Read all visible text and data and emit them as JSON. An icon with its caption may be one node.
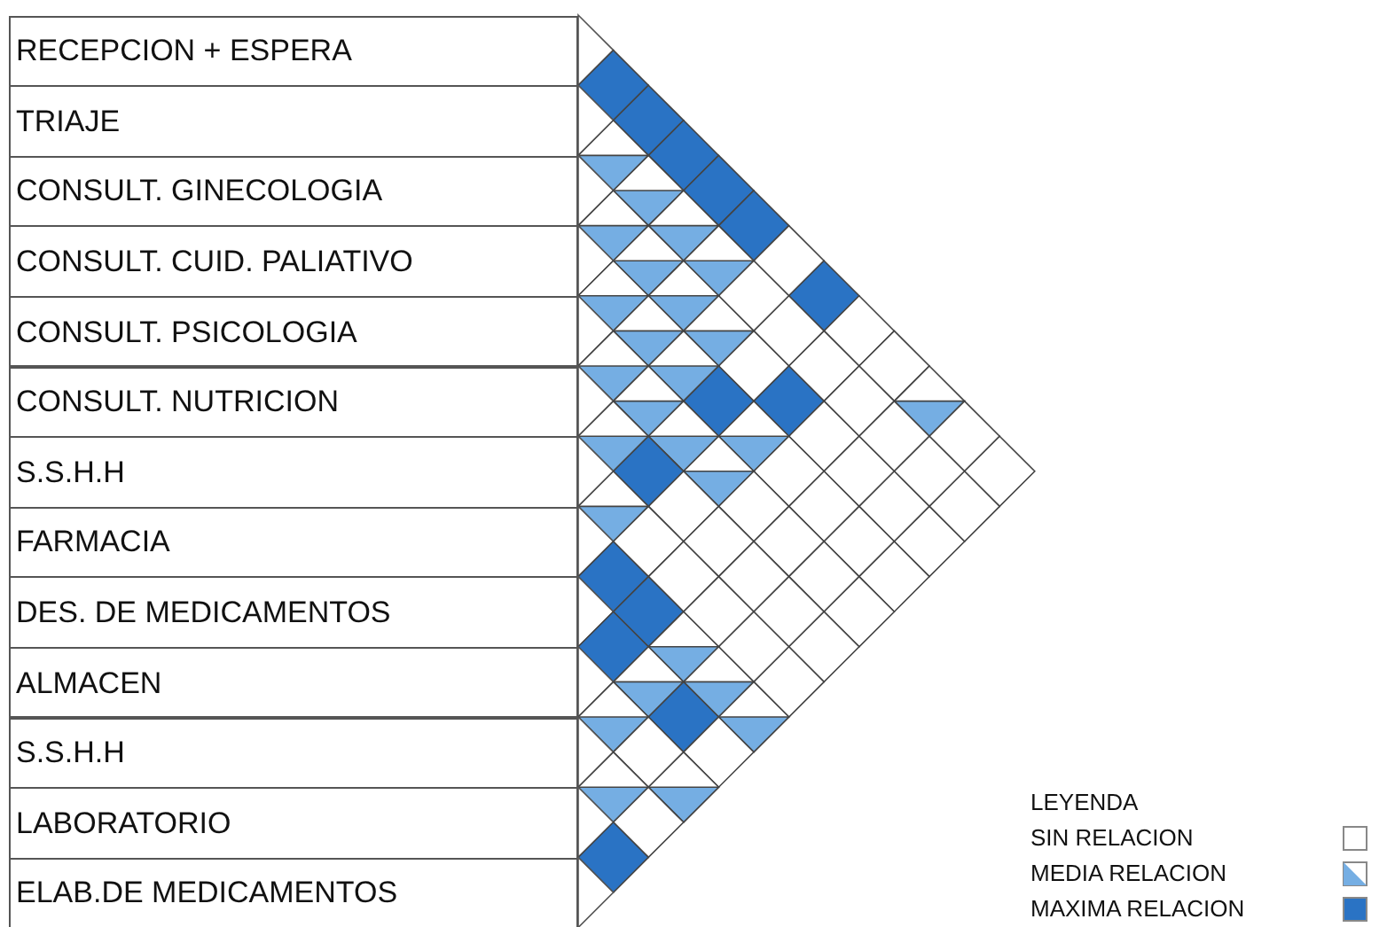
{
  "diagram": {
    "nodes": [
      {
        "text": [
          "RECEPCION + ESPERA"
        ]
      },
      {
        "text": [
          "TRIAJE"
        ]
      },
      {
        "text": [
          "CONSULT. GINECOLOGIA"
        ]
      },
      {
        "text": [
          "CONSULT. CUID. PALIATIVO"
        ]
      },
      {
        "text": [
          "CONSULT. PSICOLOGIA"
        ]
      },
      {
        "text": [
          "CONSULT. NUTRICION"
        ]
      },
      {
        "text": [
          "S.S.H.H"
        ]
      },
      {
        "text": [
          "FARMACIA"
        ]
      },
      {
        "text": [
          "DES. DE MEDICAMENTOS"
        ]
      },
      {
        "text": [
          "ALMACEN"
        ]
      },
      {
        "text": [
          "S.S.H.H"
        ]
      },
      {
        "text": [
          "LABORATORIO"
        ]
      },
      {
        "text": [
          "ELAB.DE MEDICAMENTOS"
        ]
      }
    ],
    "labels": [
      "LEYENDA"
    ],
    "legend": [
      {
        "text": "SIN RELACION",
        "color": "#ffffff"
      },
      {
        "text": "MEDIA RELACION",
        "color": "#75aee3"
      },
      {
        "text": "MAXIMA RELACION",
        "color": "#2a73c4"
      }
    ]
  }
}
